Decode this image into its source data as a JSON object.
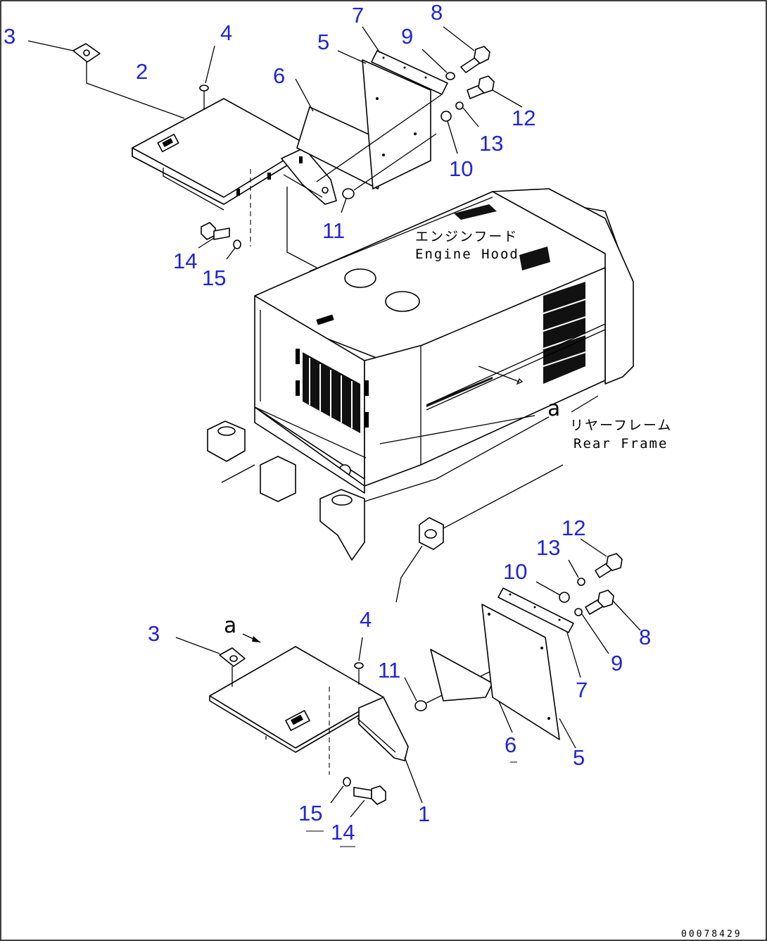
{
  "callouts": [
    {
      "id": "c-3-top",
      "label": "3"
    },
    {
      "id": "c-4-top",
      "label": "4"
    },
    {
      "id": "c-2",
      "label": "2"
    },
    {
      "id": "c-6-top",
      "label": "6"
    },
    {
      "id": "c-5-top",
      "label": "5"
    },
    {
      "id": "c-7-top",
      "label": "7"
    },
    {
      "id": "c-8-top",
      "label": "8"
    },
    {
      "id": "c-9-top",
      "label": "9"
    },
    {
      "id": "c-12-top",
      "label": "12"
    },
    {
      "id": "c-13-top",
      "label": "13"
    },
    {
      "id": "c-10-top",
      "label": "10"
    },
    {
      "id": "c-11-top",
      "label": "11"
    },
    {
      "id": "c-14-top",
      "label": "14"
    },
    {
      "id": "c-15-top",
      "label": "15"
    },
    {
      "id": "c-12-bot",
      "label": "12"
    },
    {
      "id": "c-13-bot",
      "label": "13"
    },
    {
      "id": "c-10-bot",
      "label": "10"
    },
    {
      "id": "c-4-bot",
      "label": "4"
    },
    {
      "id": "c-3-bot",
      "label": "3"
    },
    {
      "id": "c-11-bot",
      "label": "11"
    },
    {
      "id": "c-8-bot",
      "label": "8"
    },
    {
      "id": "c-9-bot",
      "label": "9"
    },
    {
      "id": "c-7-bot",
      "label": "7"
    },
    {
      "id": "c-6-bot",
      "label": "6"
    },
    {
      "id": "c-5-bot",
      "label": "5"
    },
    {
      "id": "c-1",
      "label": "1"
    },
    {
      "id": "c-15-bot",
      "label": "15"
    },
    {
      "id": "c-14-bot",
      "label": "14"
    }
  ],
  "annotations": {
    "engine_hood_jp": "エンジンフード",
    "engine_hood_en": "Engine Hood",
    "rear_frame_jp": "リヤーフレーム",
    "rear_frame_en": "Rear Frame",
    "ref_a_top": "a",
    "ref_a_bottom": "a"
  },
  "reference_code": "00078429",
  "colors": {
    "callout": "#1f24d8",
    "linework": "#000000",
    "background": "#ffffff"
  }
}
